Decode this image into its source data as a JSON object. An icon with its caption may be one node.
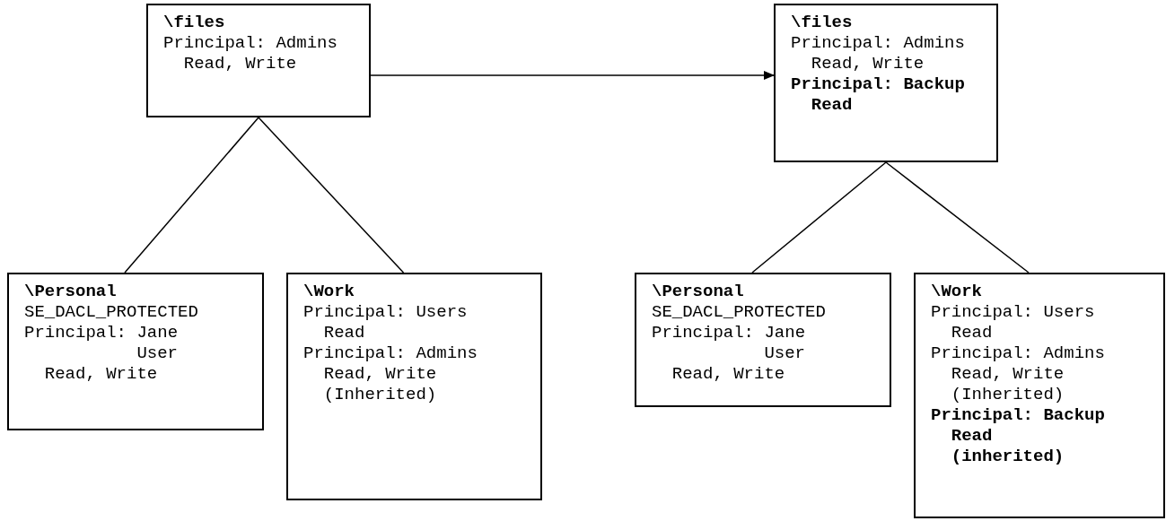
{
  "diagram": {
    "nodes": [
      {
        "text": [
          "\\files",
          "Principal: Admins",
          "Read, Write"
        ]
      },
      {
        "text": [
          "\\Personal",
          "SE_DACL_PROTECTED",
          "Principal: Jane",
          "User",
          "Read, Write"
        ]
      },
      {
        "text": [
          "\\Work",
          "Principal: Users",
          "Read",
          "Principal: Admins",
          "Read, Write",
          "(Inherited)"
        ]
      },
      {
        "text": [
          "\\files",
          "Principal: Admins",
          "Read, Write",
          "Principal: Backup",
          "Read"
        ]
      },
      {
        "text": [
          "\\Personal",
          "SE_DACL_PROTECTED",
          "Principal: Jane",
          "User",
          "Read, Write"
        ]
      },
      {
        "text": [
          "\\Work",
          "Principal: Users",
          "Read",
          "Principal: Admins",
          "Read, Write",
          "(Inherited)",
          "Principal: Backup",
          "Read",
          "(inherited)"
        ]
      }
    ],
    "edges": [
      {
        "from": 0,
        "to": 1,
        "arrow": "none"
      },
      {
        "from": 0,
        "to": 2,
        "arrow": "none"
      },
      {
        "from": 0,
        "to": 3,
        "arrow": "to"
      },
      {
        "from": 3,
        "to": 4,
        "arrow": "none"
      },
      {
        "from": 3,
        "to": 5,
        "arrow": "none"
      }
    ]
  }
}
